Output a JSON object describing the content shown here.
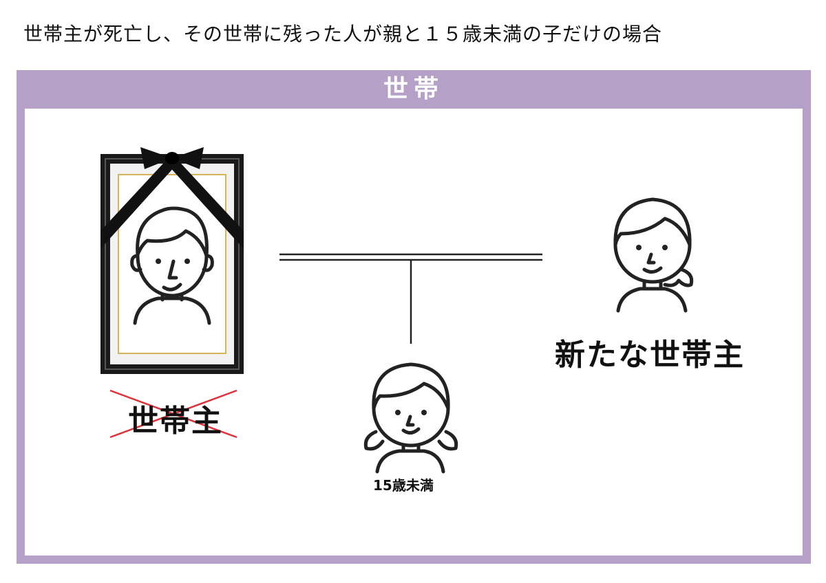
{
  "heading": "世帯主が死亡し、その世帯に残った人が親と１５歳未満の子だけの場合",
  "household": {
    "label": "世帯"
  },
  "deceased": {
    "label": "世帯主",
    "icon": "mourning-portrait-icon",
    "strike_color": "#e0303a"
  },
  "new_head": {
    "label": "新たな世帯主",
    "icon": "woman-icon"
  },
  "child": {
    "label": "15歳未満",
    "icon": "girl-icon"
  },
  "colors": {
    "frame": "#b5a0c8",
    "gold": "#d4b35a",
    "strike": "#e0303a"
  }
}
